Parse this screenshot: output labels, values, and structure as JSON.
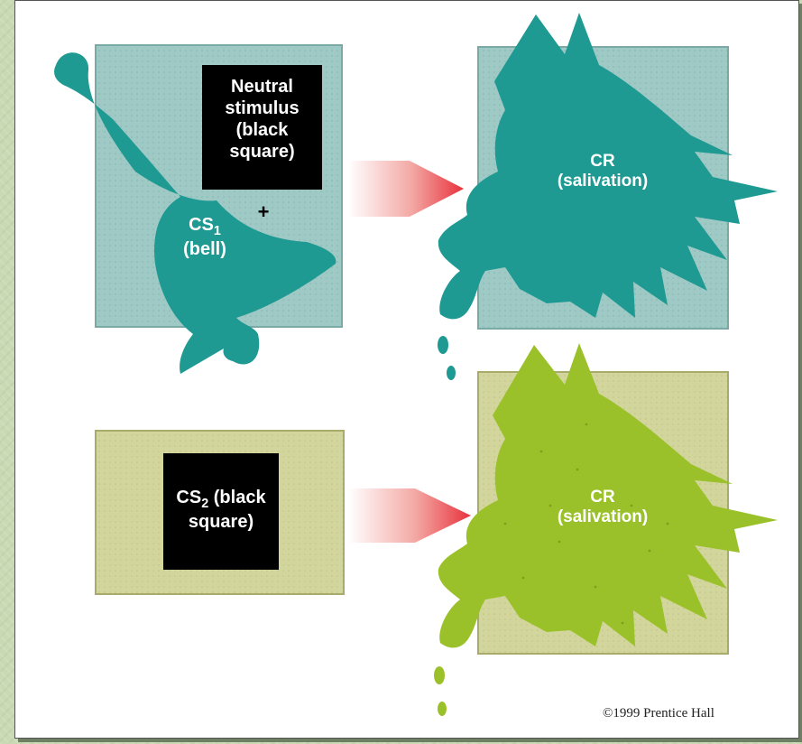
{
  "top_row": {
    "neutral_stimulus_label": "Neutral stimulus (black square)",
    "plus_sign": "+",
    "cs1_main": "CS",
    "cs1_sub": "1",
    "bell_label": "(bell)",
    "cr_label": "CR",
    "salivation_label": "(salivation)"
  },
  "bottom_row": {
    "cs2_main": "CS",
    "cs2_sub": "2",
    "cs2_suffix": " (black",
    "cs2_line2": "square)",
    "cr_label": "CR",
    "salivation_label": "(salivation)"
  },
  "copyright": "©1999 Prentice Hall",
  "colors": {
    "teal": "#1e9a93",
    "teal_box": "#9ec9c5",
    "lime": "#9bc12a",
    "olive_box": "#d3d69c",
    "black_square": "#000000",
    "arrow_tip": "#e8323c"
  }
}
